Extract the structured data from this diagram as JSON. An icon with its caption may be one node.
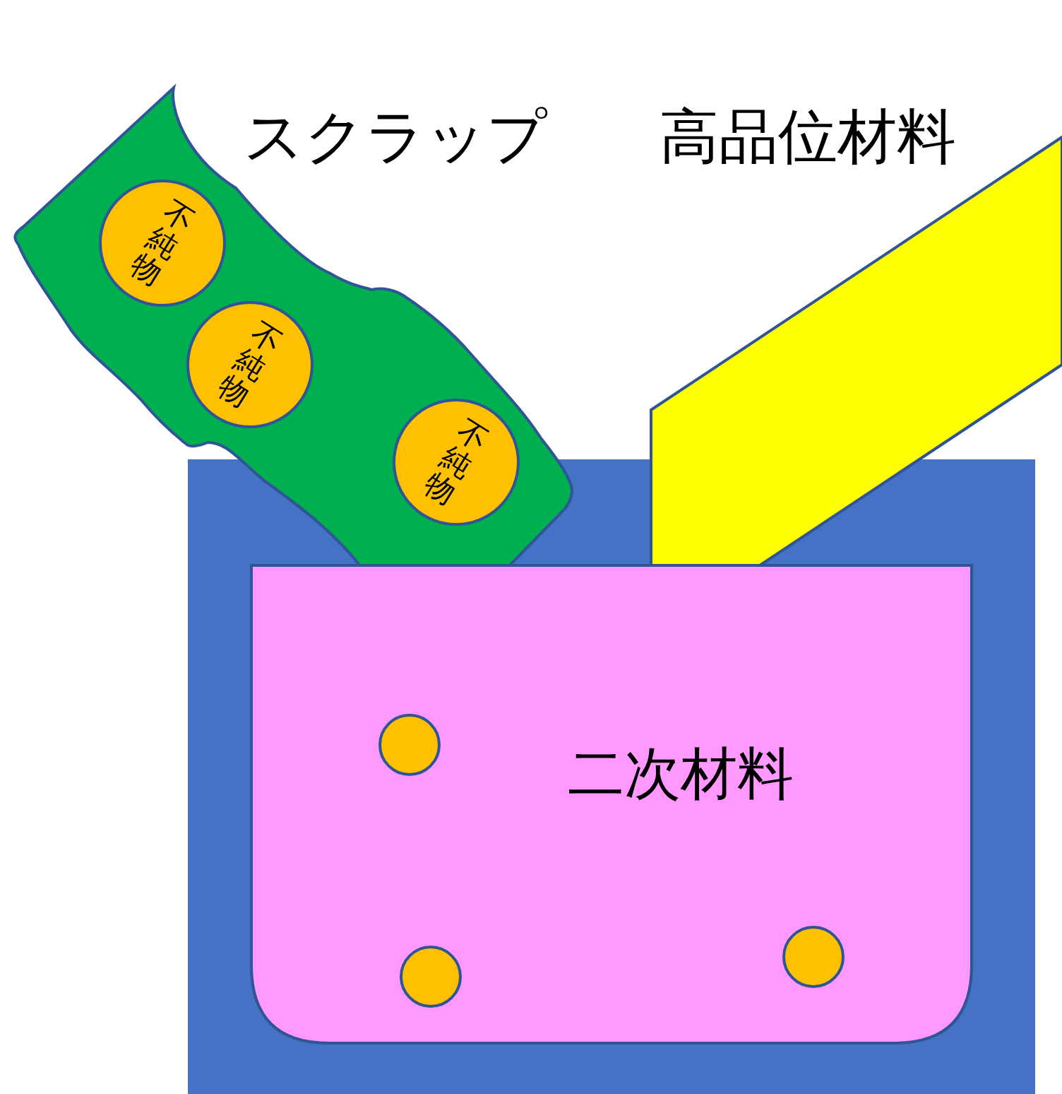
{
  "diagram": {
    "nodes": [
      {
        "text": [],
        "shape": "box"
      },
      {
        "text": [
          "二次材料"
        ],
        "in": 0
      },
      {
        "text": [],
        "shape": "circle",
        "in": 1
      },
      {
        "text": [],
        "shape": "circle",
        "in": 1
      },
      {
        "text": [],
        "shape": "circle",
        "in": 1
      },
      {
        "text": [
          "スクラップ"
        ]
      },
      {
        "text": [
          "不純物"
        ],
        "in": 5
      },
      {
        "text": [
          "不純物"
        ],
        "in": 5
      },
      {
        "text": [
          "不純物"
        ],
        "in": 5
      },
      {
        "text": [
          "高品位材料"
        ]
      }
    ]
  }
}
